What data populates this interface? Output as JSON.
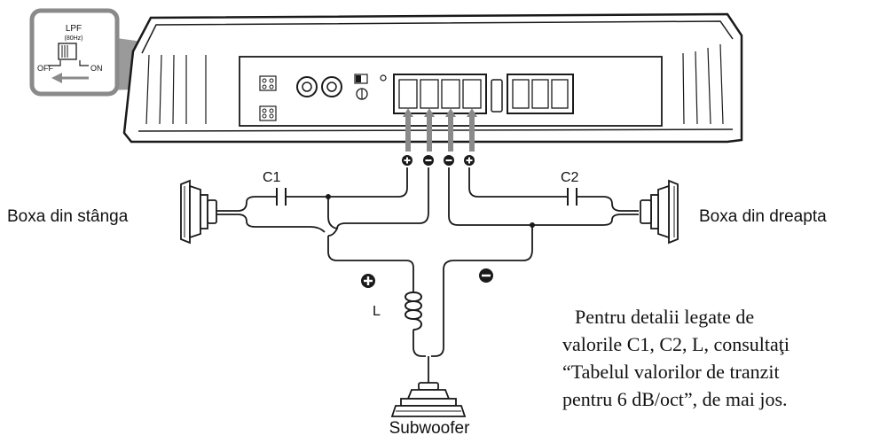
{
  "inset": {
    "title": "LPF",
    "subtitle": "(80Hz)",
    "off_label": "OFF",
    "on_label": "ON"
  },
  "components": {
    "c1": "C1",
    "c2": "C2",
    "l": "L"
  },
  "speakers": {
    "left": "Boxa din stânga",
    "right": "Boxa din dreapta",
    "sub": "Subwoofer"
  },
  "note_lines": [
    "Pentru detalii legate de",
    "valorile C1, C2, L, consultaţi",
    "“Tabelul valorilor de tranzit",
    "pentru 6 dB/oct”, de mai jos."
  ],
  "colors": {
    "line": "#1a1a1a",
    "amp_fill": "#ffffff",
    "arrow": "#8a8a8a",
    "inset_border": "#8a8a8a",
    "wedge": "#9a9a9a"
  }
}
